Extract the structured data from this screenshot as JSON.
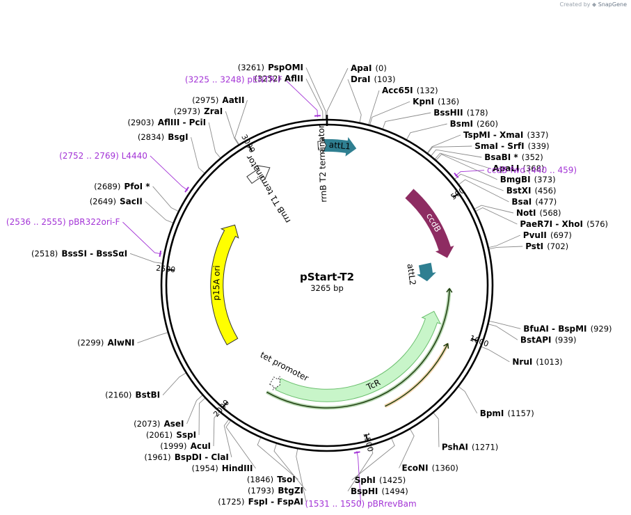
{
  "credit": {
    "prefix": "Created by",
    "brand": "SnapGene"
  },
  "plasmid": {
    "name": "pStart-T2",
    "size_label": "3265 bp",
    "length": 3265
  },
  "ticks": [
    {
      "bp": 500,
      "label": "500"
    },
    {
      "bp": 1000,
      "label": "1000"
    },
    {
      "bp": 1500,
      "label": "1500"
    },
    {
      "bp": 2000,
      "label": "2000"
    },
    {
      "bp": 2500,
      "label": "2500"
    },
    {
      "bp": 3000,
      "label": "3000"
    }
  ],
  "sites": [
    {
      "name": "ApaI",
      "pos": "(0)",
      "bp": 0,
      "side": "right"
    },
    {
      "name": "DraI",
      "pos": "(103)",
      "bp": 103,
      "side": "right"
    },
    {
      "name": "Acc65I",
      "pos": "(132)",
      "bp": 132,
      "side": "right"
    },
    {
      "name": "KpnI",
      "pos": "(136)",
      "bp": 136,
      "side": "right"
    },
    {
      "name": "BssHII",
      "pos": "(178)",
      "bp": 178,
      "side": "right"
    },
    {
      "name": "BsmI",
      "pos": "(260)",
      "bp": 260,
      "side": "right"
    },
    {
      "name": "TspMI  -  XmaI",
      "pos": "(337)",
      "bp": 337,
      "side": "right"
    },
    {
      "name": "SmaI  -  SrfI",
      "pos": "(339)",
      "bp": 339,
      "side": "right"
    },
    {
      "name": "BsaBI *",
      "pos": "(352)",
      "bp": 352,
      "side": "right"
    },
    {
      "name": "ApaLI",
      "pos": "(368)",
      "bp": 368,
      "side": "right"
    },
    {
      "name": "BmgBI",
      "pos": "(373)",
      "bp": 373,
      "side": "right"
    },
    {
      "name": "BstXI",
      "pos": "(456)",
      "bp": 456,
      "side": "right"
    },
    {
      "name": "BsaI",
      "pos": "(477)",
      "bp": 477,
      "side": "right"
    },
    {
      "name": "NotI",
      "pos": "(568)",
      "bp": 568,
      "side": "right"
    },
    {
      "name": "PaeR7I  -  XhoI",
      "pos": "(576)",
      "bp": 576,
      "side": "right"
    },
    {
      "name": "PvuII",
      "pos": "(697)",
      "bp": 697,
      "side": "right"
    },
    {
      "name": "PstI",
      "pos": "(702)",
      "bp": 702,
      "side": "right"
    },
    {
      "name": "BfuAI  -  BspMI",
      "pos": "(929)",
      "bp": 929,
      "side": "right"
    },
    {
      "name": "BstAPI",
      "pos": "(939)",
      "bp": 939,
      "side": "right"
    },
    {
      "name": "NruI",
      "pos": "(1013)",
      "bp": 1013,
      "side": "right"
    },
    {
      "name": "BpmI",
      "pos": "(1157)",
      "bp": 1157,
      "side": "right"
    },
    {
      "name": "PshAI",
      "pos": "(1271)",
      "bp": 1271,
      "side": "right"
    },
    {
      "name": "EcoNI",
      "pos": "(1360)",
      "bp": 1360,
      "side": "right"
    },
    {
      "name": "SphI",
      "pos": "(1425)",
      "bp": 1425,
      "side": "right"
    },
    {
      "name": "BspHI",
      "pos": "(1494)",
      "bp": 1494,
      "side": "right"
    },
    {
      "name": "FspI  -  FspAI",
      "pos": "(1725)",
      "bp": 1725,
      "side": "left"
    },
    {
      "name": "BtgZI",
      "pos": "(1793)",
      "bp": 1793,
      "side": "left"
    },
    {
      "name": "TsoI",
      "pos": "(1846)",
      "bp": 1846,
      "side": "left"
    },
    {
      "name": "HindIII",
      "pos": "(1954)",
      "bp": 1954,
      "side": "left"
    },
    {
      "name": "BspDI  -  ClaI",
      "pos": "(1961)",
      "bp": 1961,
      "side": "left"
    },
    {
      "name": "AcuI",
      "pos": "(1999)",
      "bp": 1999,
      "side": "left"
    },
    {
      "name": "SspI",
      "pos": "(2061)",
      "bp": 2061,
      "side": "left"
    },
    {
      "name": "AseI",
      "pos": "(2073)",
      "bp": 2073,
      "side": "left"
    },
    {
      "name": "BstBI",
      "pos": "(2160)",
      "bp": 2160,
      "side": "left"
    },
    {
      "name": "AlwNI",
      "pos": "(2299)",
      "bp": 2299,
      "side": "left"
    },
    {
      "name": "BssSI  -  BssSαI",
      "pos": "(2518)",
      "bp": 2518,
      "side": "left"
    },
    {
      "name": "SacII",
      "pos": "(2649)",
      "bp": 2649,
      "side": "left"
    },
    {
      "name": "PfoI *",
      "pos": "(2689)",
      "bp": 2689,
      "side": "left"
    },
    {
      "name": "BsgI",
      "pos": "(2834)",
      "bp": 2834,
      "side": "left"
    },
    {
      "name": "AflIII  -  PciI",
      "pos": "(2903)",
      "bp": 2903,
      "side": "left"
    },
    {
      "name": "ZraI",
      "pos": "(2973)",
      "bp": 2973,
      "side": "left"
    },
    {
      "name": "AatII",
      "pos": "(2975)",
      "bp": 2975,
      "side": "left"
    },
    {
      "name": "AflII",
      "pos": "(3252)",
      "bp": 3252,
      "side": "left"
    },
    {
      "name": "PspOMI",
      "pos": "(3261)",
      "bp": 3261,
      "side": "left"
    }
  ],
  "primers": [
    {
      "name": "pENTR-F",
      "range": "(3225 .. 3248)",
      "bp": 3236,
      "side": "left"
    },
    {
      "name": "ccdB-fwd",
      "range": "(440 .. 459)",
      "bp": 450,
      "side": "right"
    },
    {
      "name": "L4440",
      "range": "(2752 .. 2769)",
      "bp": 2760,
      "side": "left"
    },
    {
      "name": "pBR322ori-F",
      "range": "(2536 .. 2555)",
      "bp": 2546,
      "side": "left"
    },
    {
      "name": "pBRrevBam",
      "range": "(1531 .. 1550)",
      "bp": 1540,
      "side": "bottom"
    }
  ],
  "features": [
    {
      "name": "attL1",
      "type": "arrow",
      "start": 3250,
      "end": 110,
      "ring": 0.845,
      "color": "#2f7f91",
      "dir": 1
    },
    {
      "name": "ccdB",
      "type": "arrow",
      "start": 380,
      "end": 700,
      "ring": 0.745,
      "color": "#8e2c62",
      "dir": 1
    },
    {
      "name": "attL2",
      "type": "arrow",
      "start": 705,
      "end": 795,
      "ring": 0.605,
      "color": "#2f7f91",
      "dir": 1
    },
    {
      "name": "TcR",
      "type": "arrow",
      "start": 1870,
      "end": 940,
      "ring": 0.665,
      "color": "#c8f5c9",
      "dir": -1
    },
    {
      "name": "p15A ori",
      "type": "arrow",
      "start": 2170,
      "end": 2750,
      "ring": 0.665,
      "color": "#ffff00",
      "dir": 1
    },
    {
      "name": "rrnB T1 terminator",
      "type": "hollow",
      "start": 2935,
      "end": 3030,
      "ring": 0.79,
      "color": "#ffffff",
      "dir": 1
    },
    {
      "name": "rrnB T2 terminator",
      "type": "hollow",
      "start": 3232,
      "end": 3262,
      "ring": 0.845,
      "color": "#ffffff",
      "dir": 1
    },
    {
      "name": "tet promoter",
      "type": "dashed",
      "start": 1905,
      "end": 1862,
      "ring": 0.665,
      "color": "#ffffff",
      "dir": -1
    }
  ],
  "orf_arcs": [
    {
      "start": 1900,
      "end": 830,
      "ring": 0.74,
      "color": "#2e8b1e"
    },
    {
      "start": 1400,
      "end": 1050,
      "ring": 0.81,
      "color": "#e08a1e"
    }
  ]
}
